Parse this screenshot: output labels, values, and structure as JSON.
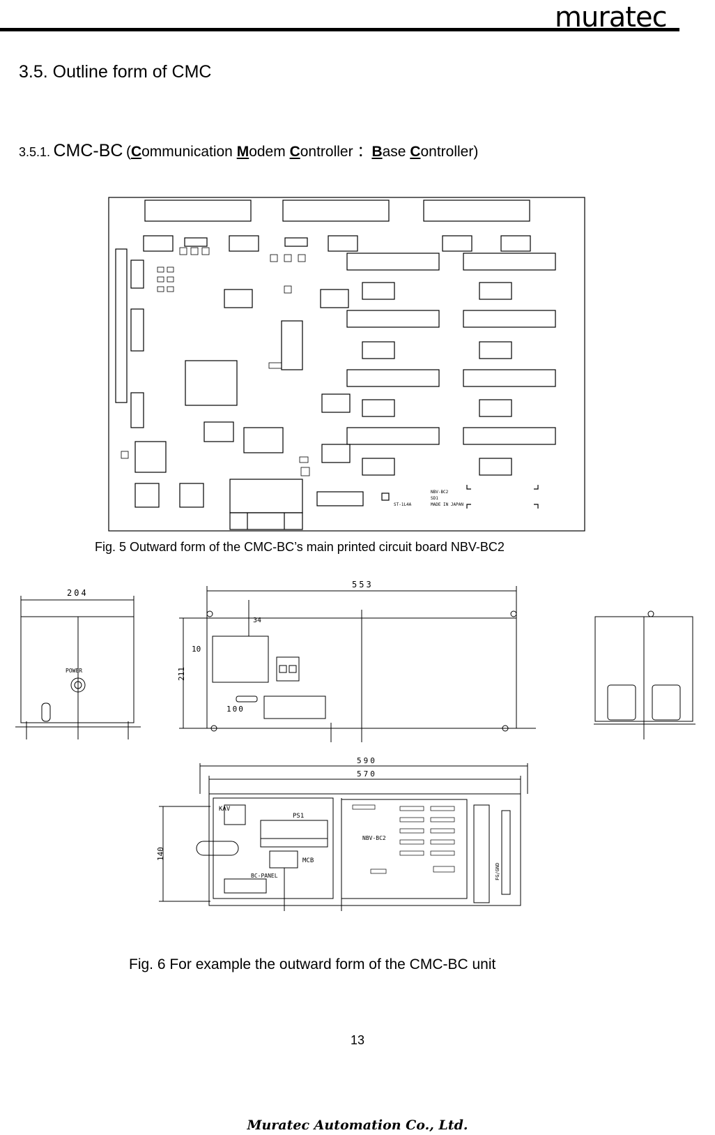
{
  "header": {
    "logo_text": "muratec"
  },
  "section": {
    "title": "3.5. Outline form of CMC"
  },
  "subsection": {
    "number": "3.5.1.",
    "name": "CMC-BC",
    "open": "(",
    "c1": "C",
    "r1": "ommunication ",
    "m": "M",
    "r2": "odem ",
    "c2": "C",
    "r3": "ontroller ：",
    "b": "B",
    "r4": "ase ",
    "c3": "C",
    "r5": "ontroller)"
  },
  "board": {
    "labels": {
      "model": "NBV-BC2",
      "made_in": "MADE IN JAPAN",
      "maker": "ST-1L4A",
      "sd": "SD1"
    }
  },
  "figures": {
    "fig5_caption": "Fig. 5 Outward form of the CMC-BC’s main printed circuit board NBV-BC2",
    "fig6_caption": "Fig. 6 For example the outward form of the CMC-BC unit"
  },
  "drawing": {
    "dim_204": "204",
    "dim_553": "553",
    "dim_211": "211",
    "dim_10": "10",
    "dim_34": "34",
    "dim_100": "100",
    "dim_590": "590",
    "dim_570": "570",
    "dim_140": "140",
    "power_label": "POWER",
    "kav_label": "KAV",
    "ps1_label": "PS1",
    "mcb_label": "MCB",
    "bc_panel_label": "BC-PANEL",
    "nbv_label": "NBV-BC2",
    "fg_label": "FG/GND"
  },
  "page": {
    "number": "13"
  },
  "footer": {
    "company": "Muratec Automation Co., Ltd."
  }
}
